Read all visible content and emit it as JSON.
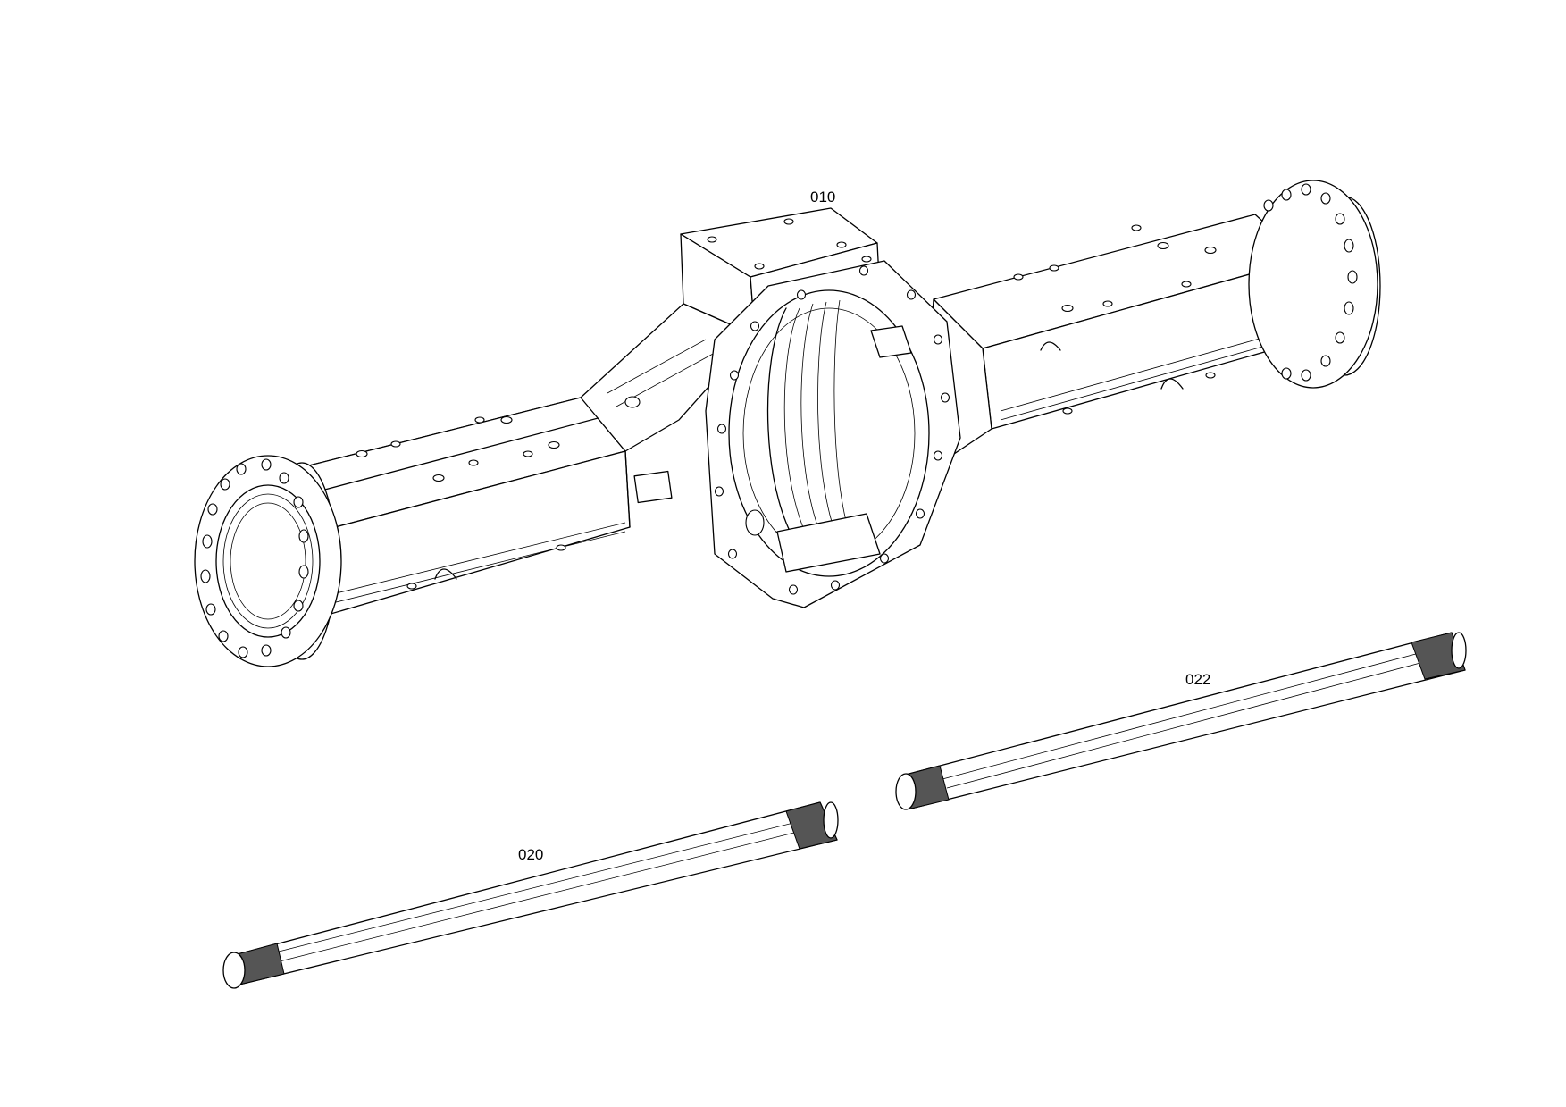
{
  "callouts": {
    "housing": "010",
    "shaft_left": "020",
    "shaft_right": "022"
  },
  "colors": {
    "line": "#000000",
    "background": "#ffffff"
  }
}
